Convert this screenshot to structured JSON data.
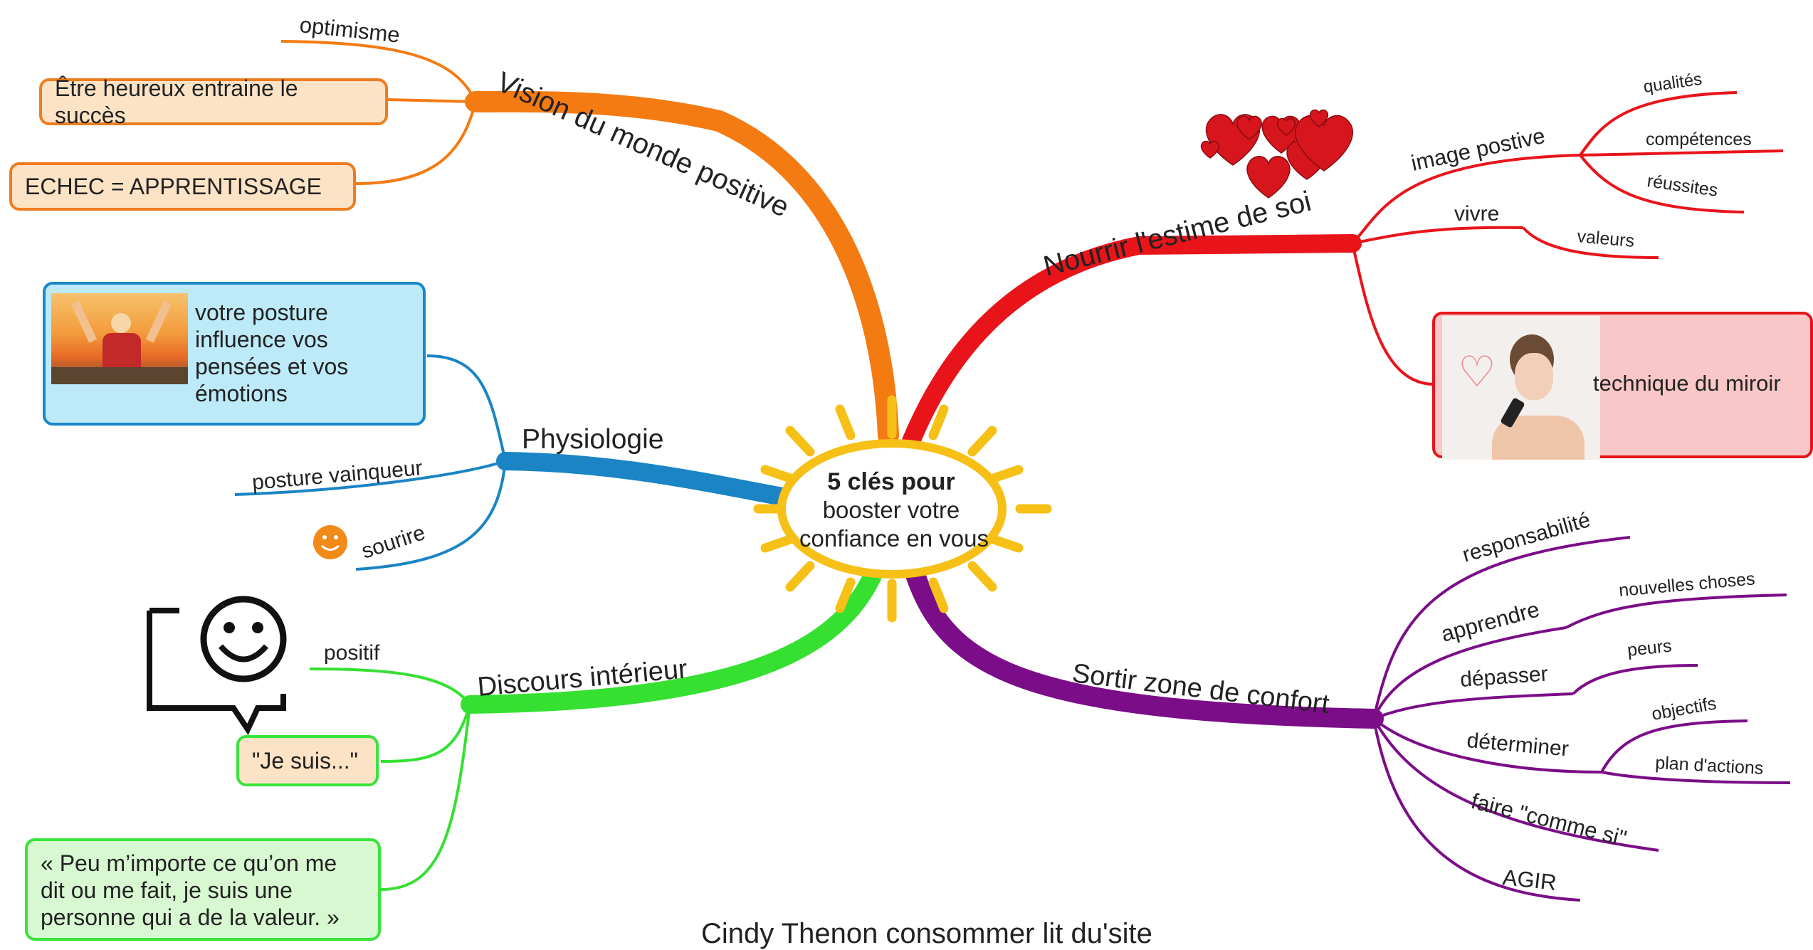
{
  "center": {
    "line1": "5 clés pour",
    "line2": "booster votre",
    "line3": "confiance en vous"
  },
  "branches": {
    "vision": {
      "label": "Vision du monde positive",
      "color": "#f47a12",
      "children": {
        "optimisme": "optimisme",
        "heureux": "Être heureux entraine le succès",
        "echec": "ECHEC = APPRENTISSAGE"
      }
    },
    "physiologie": {
      "label": "Physiologie",
      "color": "#1a84c5",
      "children": {
        "posture_note": "votre posture influence vos pensées et vos émotions",
        "posture_vainqueur": "posture vainqueur",
        "sourire": "sourire"
      }
    },
    "discours": {
      "label": "Discours intérieur",
      "color": "#35e031",
      "children": {
        "positif": "positif",
        "je_suis": "\"Je suis...\"",
        "quote": "« Peu m’importe ce qu’on me dit ou me fait, je suis une personne qui a de la valeur. »"
      }
    },
    "estime": {
      "label": "Nourrir l'estime de soi",
      "color": "#e8141a",
      "children": {
        "image": "image postive",
        "qualites": "qualités",
        "competences": "compétences",
        "reussites": "réussites",
        "vivre": "vivre",
        "valeurs": "valeurs",
        "miroir": "technique du miroir"
      }
    },
    "confort": {
      "label": "Sortir zone de confort",
      "color": "#7b0d88",
      "children": {
        "responsabilite": "responsabilité",
        "apprendre": "apprendre",
        "nouvelles": "nouvelles choses",
        "depasser": "dépasser",
        "peurs": "peurs",
        "determiner": "déterminer",
        "objectifs": "objectifs",
        "plan": "plan d'actions",
        "comme_si": "faire \"comme si\"",
        "agir": "AGIR"
      }
    }
  },
  "caption": "Cindy Thenon consommer lit du'site",
  "icons": [
    "sun-icon",
    "hearts-icon",
    "smiley-icon",
    "speech-bubble-smiley-icon",
    "mirror-woman-image",
    "victory-man-image"
  ]
}
